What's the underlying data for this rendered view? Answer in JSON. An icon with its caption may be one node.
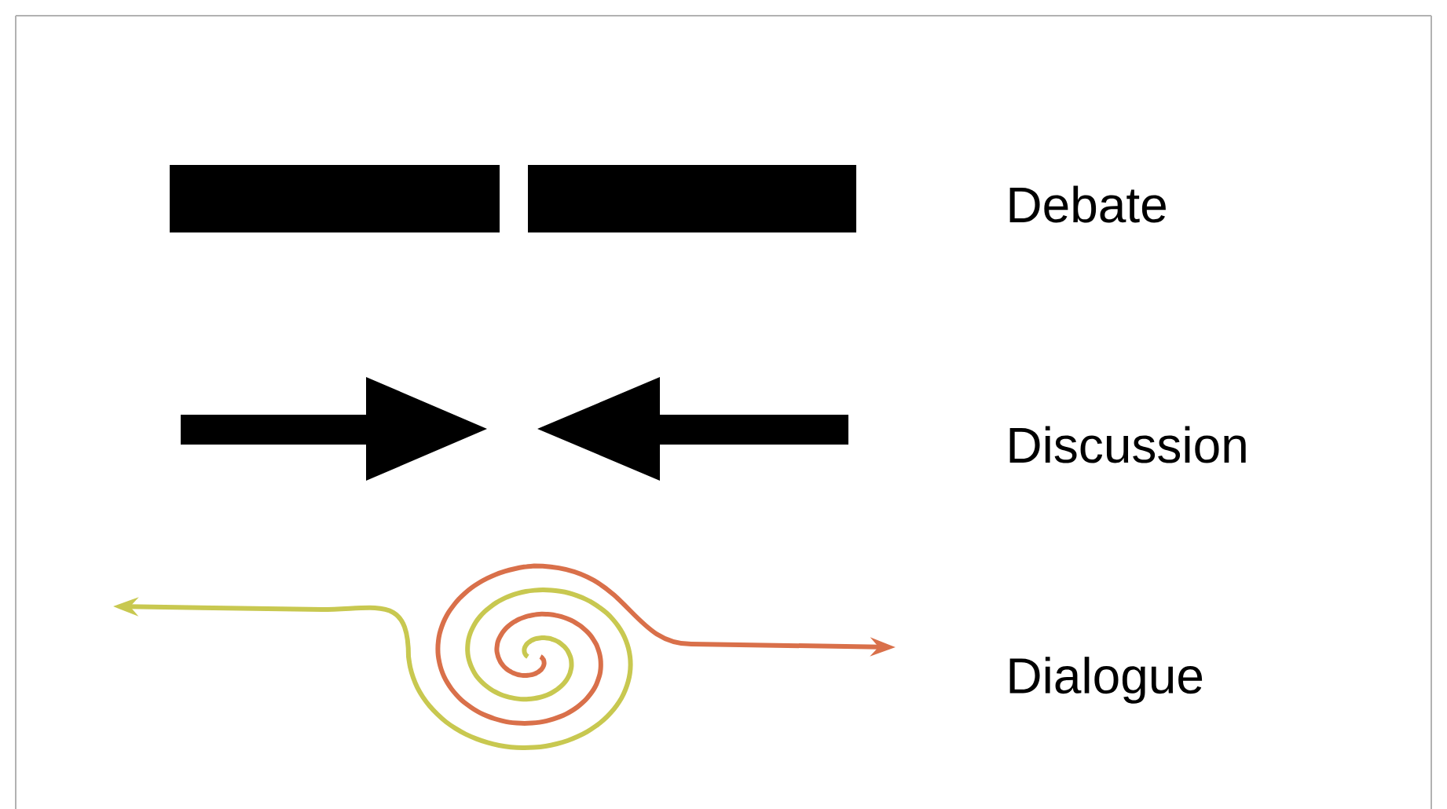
{
  "diagram": {
    "labels": [
      "Debate",
      "Discussion",
      "Dialogue"
    ]
  }
}
